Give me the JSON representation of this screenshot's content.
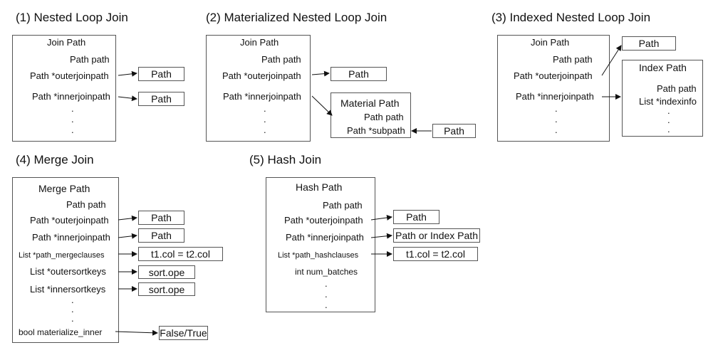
{
  "titles": {
    "nested": "(1)  Nested Loop Join",
    "materialized": "(2)  Materialized Nested Loop Join",
    "indexed": "(3)  Indexed Nested Loop Join",
    "merge": "(4)  Merge Join",
    "hash": "(5)  Hash Join"
  },
  "nested": {
    "header": "Join Path",
    "fields": [
      "Path path",
      "Path *outerjoinpath",
      "Path *innerjoinpath"
    ],
    "targets": [
      "Path",
      "Path"
    ],
    "dots": [
      ".",
      ".",
      "."
    ]
  },
  "materialized": {
    "header": "Join Path",
    "fields": [
      "Path path",
      "Path *outerjoinpath",
      "Path *innerjoinpath"
    ],
    "targets": [
      "Path"
    ],
    "dots": [
      ".",
      ".",
      "."
    ],
    "material": {
      "header": "Material Path",
      "fields": [
        "Path path",
        "Path *subpath"
      ]
    },
    "subpath_target": "Path"
  },
  "indexed": {
    "header": "Join Path",
    "fields": [
      "Path path",
      "Path *outerjoinpath",
      "Path *innerjoinpath"
    ],
    "targets": [
      "Path"
    ],
    "dots": [
      ".",
      ".",
      "."
    ],
    "index": {
      "header": "Index Path",
      "fields": [
        "Path path",
        "List *indexinfo"
      ],
      "dots": [
        ".",
        ".",
        "."
      ]
    }
  },
  "merge": {
    "header": "Merge Path",
    "fields": [
      "Path path",
      "Path *outerjoinpath",
      "Path *innerjoinpath",
      "List   *path_mergeclauses",
      "List *outersortkeys",
      "List *innersortkeys",
      "bool  materialize_inner"
    ],
    "targets": [
      "Path",
      "Path",
      "t1.col = t2.col",
      "sort.ope",
      "sort.ope",
      "False/True"
    ],
    "dots": [
      ".",
      ".",
      "."
    ]
  },
  "hash": {
    "header": "Hash Path",
    "fields": [
      "Path path",
      "Path *outerjoinpath",
      "Path *innerjoinpath",
      "List   *path_hashclauses",
      "int num_batches"
    ],
    "targets": [
      "Path",
      "Path or Index Path",
      "t1.col = t2.col"
    ],
    "dots": [
      ".",
      ".",
      "."
    ]
  }
}
